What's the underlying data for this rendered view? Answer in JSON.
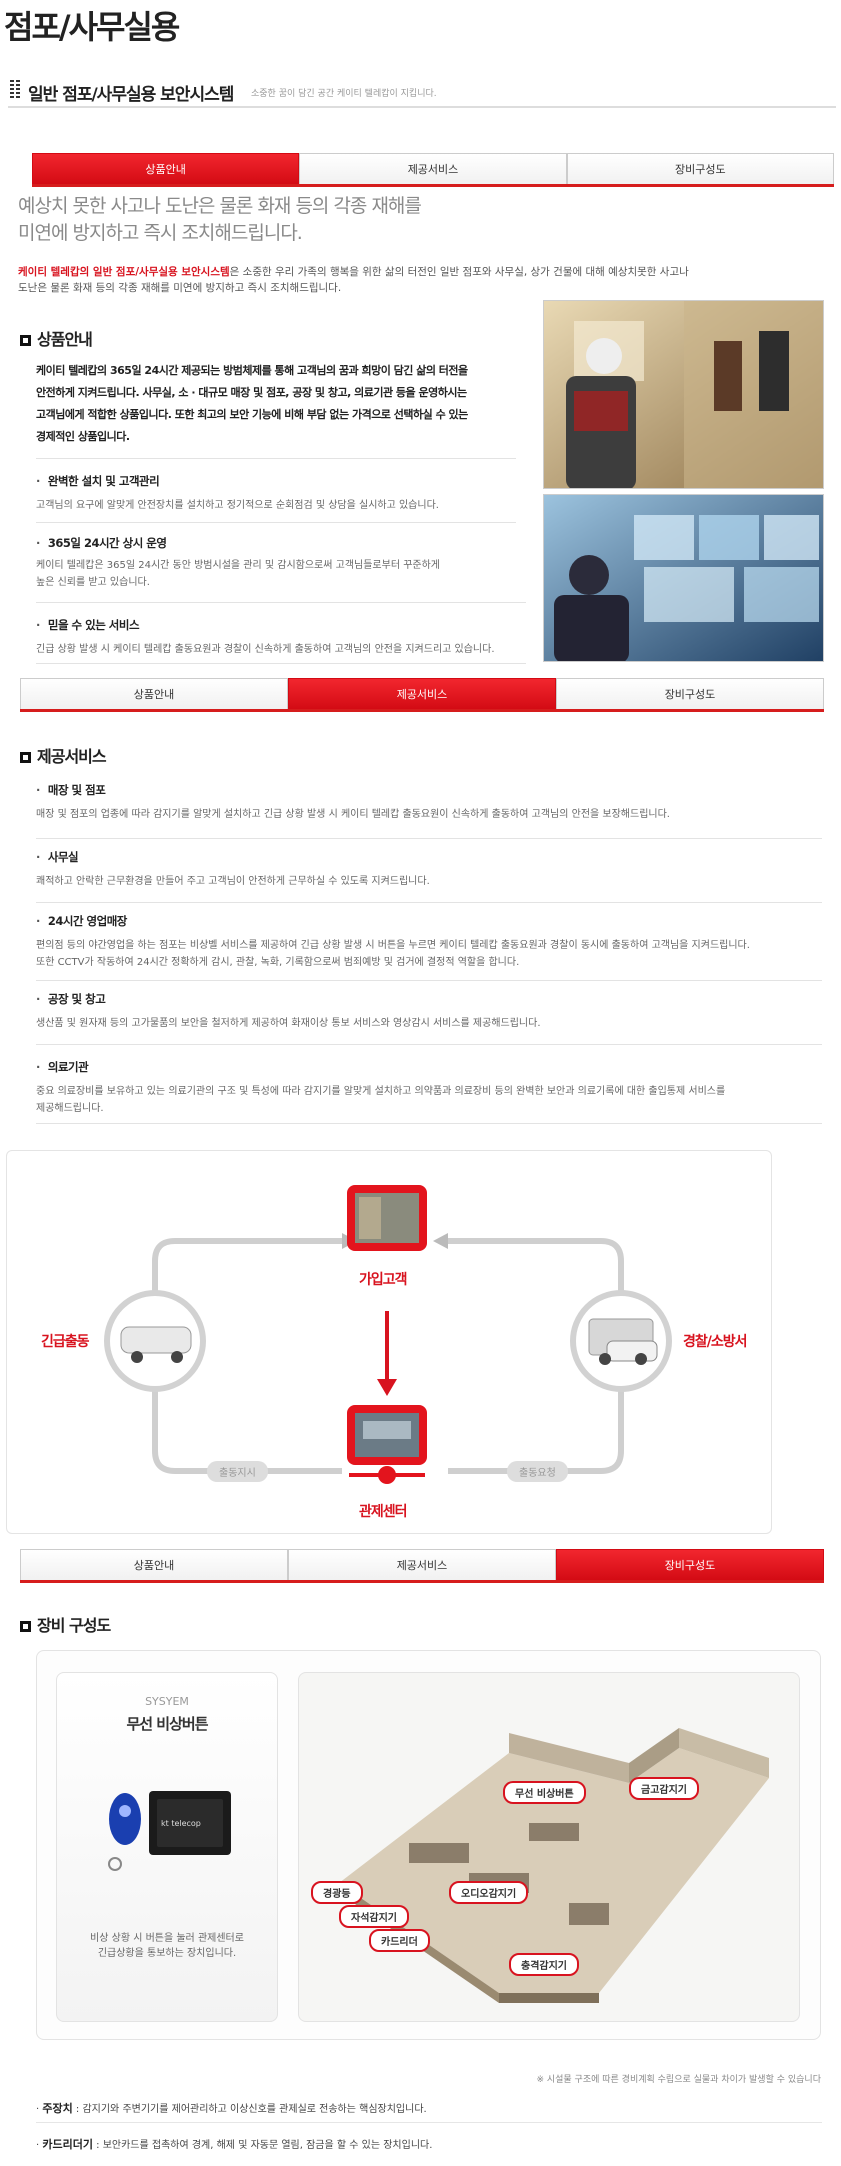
{
  "page_title": "점포/사무실용",
  "subhead": {
    "title": "일반 점포/사무실용 보안시스템",
    "subtitle": "소중한 꿈이 담긴 공간 케이티 텔레캅이 지킵니다."
  },
  "tabs": [
    "상품안내",
    "제공서비스",
    "장비구성도"
  ],
  "lead": [
    "예상치 못한 사고나 도난은 물론 화재 등의 각종 재해를",
    "미연에 방지하고 즉시 조치해드립니다."
  ],
  "intro": {
    "highlight": "케이티 텔레캅의 일반 점포/사무실용 보안시스템",
    "rest_line1": "은 소중한 우리 가족의 행복을 위한 삶의 터전인 일반 점포와 사무실, 상가 건물에 대해 예상치못한 사고나",
    "line2": "도난은 물론 화재 등의 각종 재해를 미연에 방지하고 즉시 조치해드립니다."
  },
  "product": {
    "heading": "상품안내",
    "body": [
      "케이티 텔레캅의 365일 24시간 제공되는 방범체제를 통해 고객님의 꿈과 희망이 담긴 삶의 터전을",
      "안전하게 지켜드립니다. 사무실, 소 · 대규모 매장 및 점포, 공장 및 창고, 의료기관 등을 운영하시는",
      "고객님에게 적합한 상품입니다. 또한 최고의 보안 기능에 비해 부담 없는 가격으로 선택하실 수 있는",
      "경제적인 상품입니다."
    ],
    "items": [
      {
        "title": "완벽한 설치 및 고객관리",
        "desc": [
          "고객님의 요구에 알맞게 안전장치를 설치하고 정기적으로 순회점검 및 상담을 실시하고 있습니다."
        ]
      },
      {
        "title": "365일 24시간 상시 운영",
        "desc": [
          "케이티 텔레캅은 365일 24시간 동안 방범시설을 관리 및 감시함으로써 고객님들로부터 꾸준하게",
          "높은 신뢰를 받고 있습니다."
        ]
      },
      {
        "title": "믿을 수 있는 서비스",
        "desc": [
          "긴급 상황 발생 시 케이티 텔레캅 출동요원과 경찰이 신속하게 출동하여 고객님의 안전을 지켜드리고 있습니다."
        ]
      }
    ]
  },
  "service": {
    "heading": "제공서비스",
    "items": [
      {
        "title": "매장 및 점포",
        "desc": [
          "매장 및 점포의 업종에 따라 감지기를 알맞게 설치하고 긴급 상황 발생 시 케이티 텔레캅 출동요원이 신속하게 출동하여 고객님의 안전을 보장해드립니다."
        ]
      },
      {
        "title": "사무실",
        "desc": [
          "쾌적하고 안락한 근무환경을 만들어 주고 고객님이 안전하게 근무하실 수 있도록 지켜드립니다."
        ]
      },
      {
        "title": "24시간 영업매장",
        "desc": [
          "편의점 등의 야간영업을 하는 점포는 비상벨 서비스를 제공하여 긴급 상황 발생 시 버튼을 누르면 케이티 텔레캅 출동요원과 경찰이 동시에 출동하여 고객님을 지켜드립니다.",
          "또한 CCTV가 작동하여 24시간 정확하게 감시, 관찰, 녹화, 기록함으로써 범죄예방 및 검거에 결정적 역할을 합니다."
        ]
      },
      {
        "title": "공장 및 창고",
        "desc": [
          "생산품 및 원자재 등의 고가물품의 보안을 철저하게 제공하여 화재이상 통보 서비스와 영상감시 서비스를 제공해드립니다."
        ]
      },
      {
        "title": "의료기관",
        "desc": [
          "중요 의료장비를 보유하고 있는 의료기관의 구조 및 특성에 따라 감지기를 알맞게 설치하고 의약품과 의료장비 등의 완벽한 보안과 의료기록에 대한 출입통제 서비스를",
          "제공해드립니다."
        ]
      }
    ]
  },
  "diagram": {
    "customer": "가입고객",
    "center": "관제센터",
    "dispatch": "긴급출동",
    "police": "경찰/소방서",
    "pill_left": "출동지시",
    "pill_right": "출동요청"
  },
  "equipment": {
    "heading": "장비 구성도",
    "system_label": "SYSYEM",
    "product_name": "무선 비상버튼",
    "product_desc": [
      "비상 상황 시 버튼을 눌러 관제센터로",
      "긴급상황을 통보하는 장치입니다."
    ],
    "device_brand": "kt telecop",
    "tags": [
      "무선 비상버튼",
      "금고감지기",
      "경광등",
      "오디오감지기",
      "자석감지기",
      "카드리더",
      "충격감지기"
    ],
    "note": "※ 시설물 구조에 따른 경비계획 수립으로 실물과 차이가 발생할 수 있습니다",
    "footnotes": [
      {
        "term": "주장치",
        "desc": " : 감지기와 주변기기를 제어관리하고 이상신호를 관제실로 전송하는 핵심장치입니다."
      },
      {
        "term": "카드리더기",
        "desc": " : 보안카드를 접촉하여 경계, 해제 및 자동문 열림, 잠금을 할 수 있는 장치입니다."
      }
    ]
  },
  "colors": {
    "accent": "#d8131f",
    "tab_active": "#e3141d"
  }
}
